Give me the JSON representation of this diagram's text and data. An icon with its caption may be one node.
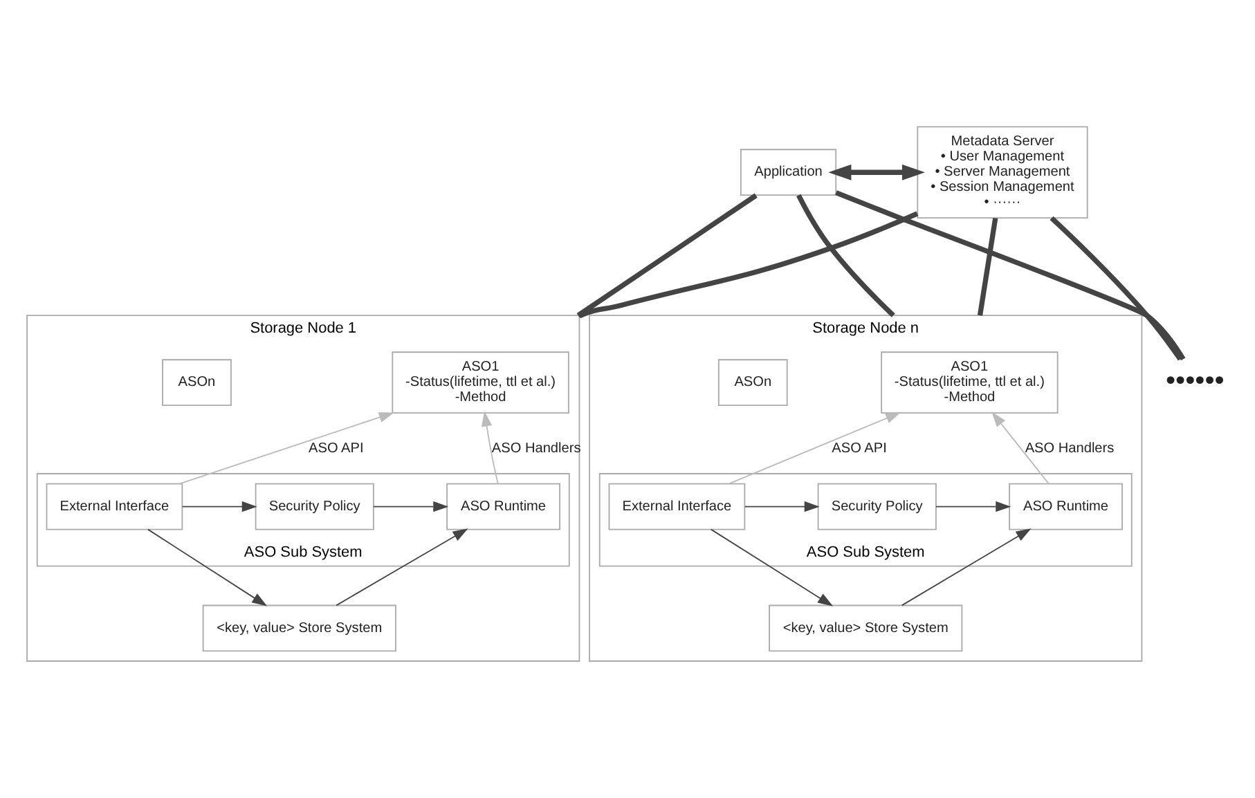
{
  "diagram": {
    "nodes": [
      {
        "text": [
          "Application"
        ]
      },
      {
        "text": [
          "Metadata Server",
          "• User Management",
          "• Server Management",
          "• Session Management",
          "• ······"
        ]
      },
      {
        "text": [
          "Storage Node 1"
        ]
      },
      {
        "text": [
          "ASO1",
          "-Status(lifetime, ttl et al.)",
          "-Method"
        ],
        "in": 2
      },
      {
        "text": [
          "ASOn"
        ],
        "in": 2
      },
      {
        "text": [
          "ASO Sub System"
        ],
        "in": 2
      },
      {
        "text": [
          "External Interface"
        ],
        "in": 5
      },
      {
        "text": [
          "Security Policy"
        ],
        "in": 5
      },
      {
        "text": [
          "ASO Runtime"
        ],
        "in": 5
      },
      {
        "text": [
          "<key, value> Store System"
        ],
        "in": 2
      },
      {
        "text": [
          "••••••"
        ]
      },
      {
        "text": [
          "Storage Node n"
        ]
      },
      {
        "text": [
          "ASO1",
          "-Status(lifetime, ttl et al.)",
          "-Method"
        ],
        "in": 11
      },
      {
        "text": [
          "ASOn"
        ],
        "in": 11
      },
      {
        "text": [
          "ASO Sub System"
        ],
        "in": 11
      },
      {
        "text": [
          "External Interface"
        ],
        "in": 14
      },
      {
        "text": [
          "Security Policy"
        ],
        "in": 14
      },
      {
        "text": [
          "ASO Runtime"
        ],
        "in": 14
      },
      {
        "text": [
          "<key, value> Store System"
        ],
        "in": 11
      }
    ],
    "edges": [
      {
        "from": 0,
        "to": 1,
        "arrow": "both",
        "style": "thick"
      },
      {
        "from": 0,
        "to": 2,
        "arrow": "none",
        "style": "thick"
      },
      {
        "from": 0,
        "to": 10,
        "arrow": "none",
        "style": "thick"
      },
      {
        "from": 0,
        "to": 11,
        "arrow": "none",
        "style": "thick"
      },
      {
        "from": 1,
        "to": 2,
        "arrow": "none",
        "style": "thick"
      },
      {
        "from": 1,
        "to": 10,
        "arrow": "none",
        "style": "thick"
      },
      {
        "from": 1,
        "to": 11,
        "arrow": "none",
        "style": "thick"
      },
      {
        "from": 6,
        "to": 7,
        "arrow": "to"
      },
      {
        "from": 7,
        "to": 8,
        "arrow": "to"
      },
      {
        "from": 6,
        "to": 9,
        "arrow": "to"
      },
      {
        "from": 9,
        "to": 8,
        "arrow": "to"
      },
      {
        "from": 6,
        "to": 3,
        "arrow": "to",
        "label": "ASO API",
        "color": "#bbbbbb"
      },
      {
        "from": 8,
        "to": 3,
        "arrow": "to",
        "label": "ASO Handlers",
        "color": "#bbbbbb"
      },
      {
        "from": 15,
        "to": 16,
        "arrow": "to"
      },
      {
        "from": 16,
        "to": 17,
        "arrow": "to"
      },
      {
        "from": 15,
        "to": 18,
        "arrow": "to"
      },
      {
        "from": 18,
        "to": 17,
        "arrow": "to"
      },
      {
        "from": 15,
        "to": 12,
        "arrow": "to",
        "label": "ASO API",
        "color": "#bbbbbb"
      },
      {
        "from": 17,
        "to": 12,
        "arrow": "to",
        "label": "ASO Handlers",
        "color": "#bbbbbb"
      }
    ]
  }
}
